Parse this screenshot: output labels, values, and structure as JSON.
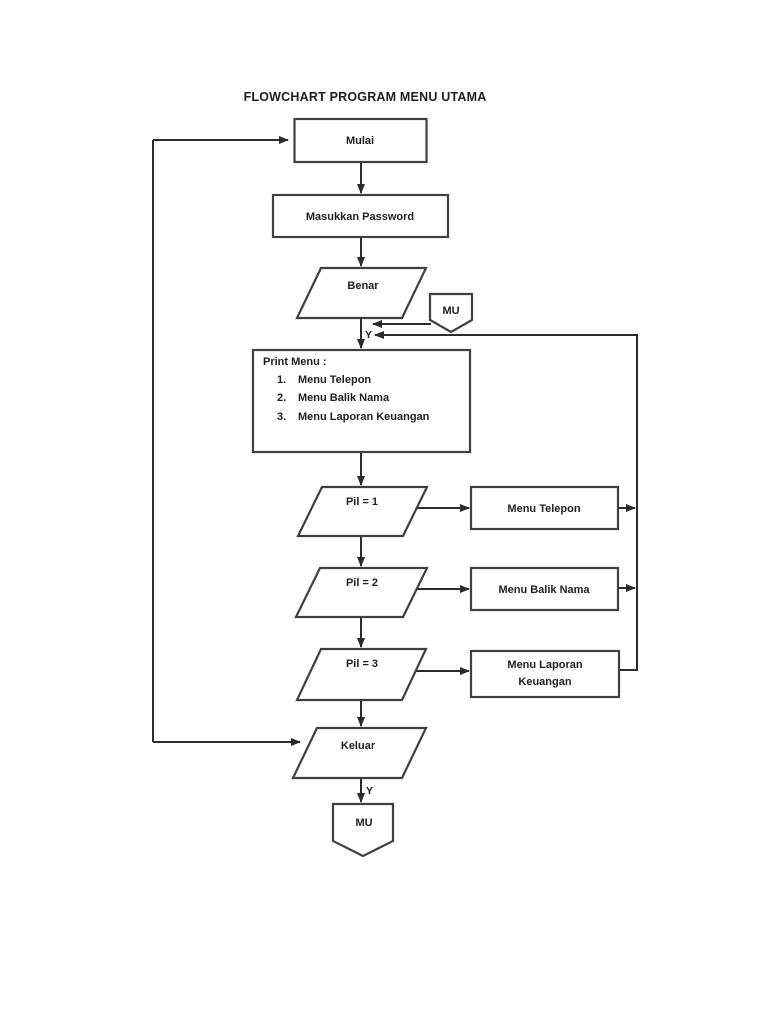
{
  "title": "FLOWCHART PROGRAM MENU UTAMA",
  "colors": {
    "background": "#ffffff",
    "text_ink": "#1f1f1f",
    "connector_line": "#2b2b2b",
    "shape_outline": "#404040"
  },
  "flowchart": {
    "start": "Mulai",
    "input_password": "Masukkan Password",
    "decision_benar": "Benar",
    "connector_mu_top": "MU",
    "print_menu": {
      "heading": "Print Menu :",
      "items": [
        {
          "num": "1.",
          "label": "Menu Telepon"
        },
        {
          "num": "2.",
          "label": "Menu Balik Nama"
        },
        {
          "num": "3.",
          "label": "Menu Laporan Keuangan"
        }
      ]
    },
    "decision_pil1": "Pil = 1",
    "process_menu_telepon": "Menu Telepon",
    "decision_pil2": "Pil = 2",
    "process_menu_balik_nama": "Menu Balik Nama",
    "decision_pil3": "Pil = 3",
    "process_menu_laporan_line1": "Menu Laporan",
    "process_menu_laporan_line2": "Keuangan",
    "decision_keluar": "Keluar",
    "connector_mu_bottom": "MU",
    "label_y_top": "Y",
    "label_y_bottom": "Y"
  }
}
